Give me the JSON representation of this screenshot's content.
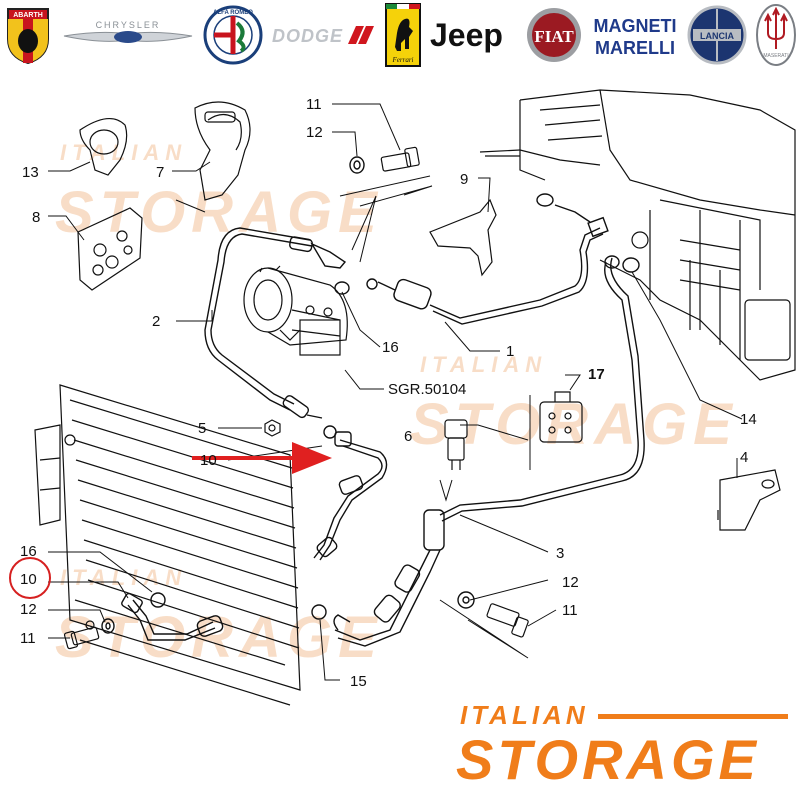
{
  "brands": [
    {
      "name": "abarth",
      "text": "ABARTH"
    },
    {
      "name": "chrysler",
      "text": "CHRYSLER"
    },
    {
      "name": "alfa-romeo",
      "text": "ALFA ROMEO"
    },
    {
      "name": "dodge",
      "text": "DODGE"
    },
    {
      "name": "ferrari",
      "text": "Ferrari"
    },
    {
      "name": "jeep",
      "text": "Jeep"
    },
    {
      "name": "fiat",
      "text": "FIAT"
    },
    {
      "name": "magneti-marelli",
      "text": "MAGNETI MARELLI"
    },
    {
      "name": "lancia",
      "text": "LANCIA"
    },
    {
      "name": "maserati",
      "text": "MASERATI"
    }
  ],
  "callouts": {
    "c11_top": "11",
    "c12_top": "12",
    "c13": "13",
    "c7": "7",
    "c9": "9",
    "c8": "8",
    "c2": "2",
    "c16_mid": "16",
    "c1": "1",
    "sgr": "SGR.50104",
    "c17": "17",
    "c5": "5",
    "c6": "6",
    "c14": "14",
    "c10_mid": "10",
    "c4": "4",
    "c3": "3",
    "c16_left": "16",
    "c10_left": "10",
    "c12_bottom_right": "12",
    "c12_left": "12",
    "c11_bottom_right": "11",
    "c11_left": "11",
    "c15": "15"
  },
  "watermark": {
    "italian": "ITALIAN",
    "storage": "STORAGE"
  },
  "footer": {
    "italian": "ITALIAN",
    "storage": "STORAGE"
  },
  "colors": {
    "accent": "#f07d1a",
    "arrow": "#e02020",
    "highlight_circle": "#d62020",
    "line": "#111111"
  }
}
